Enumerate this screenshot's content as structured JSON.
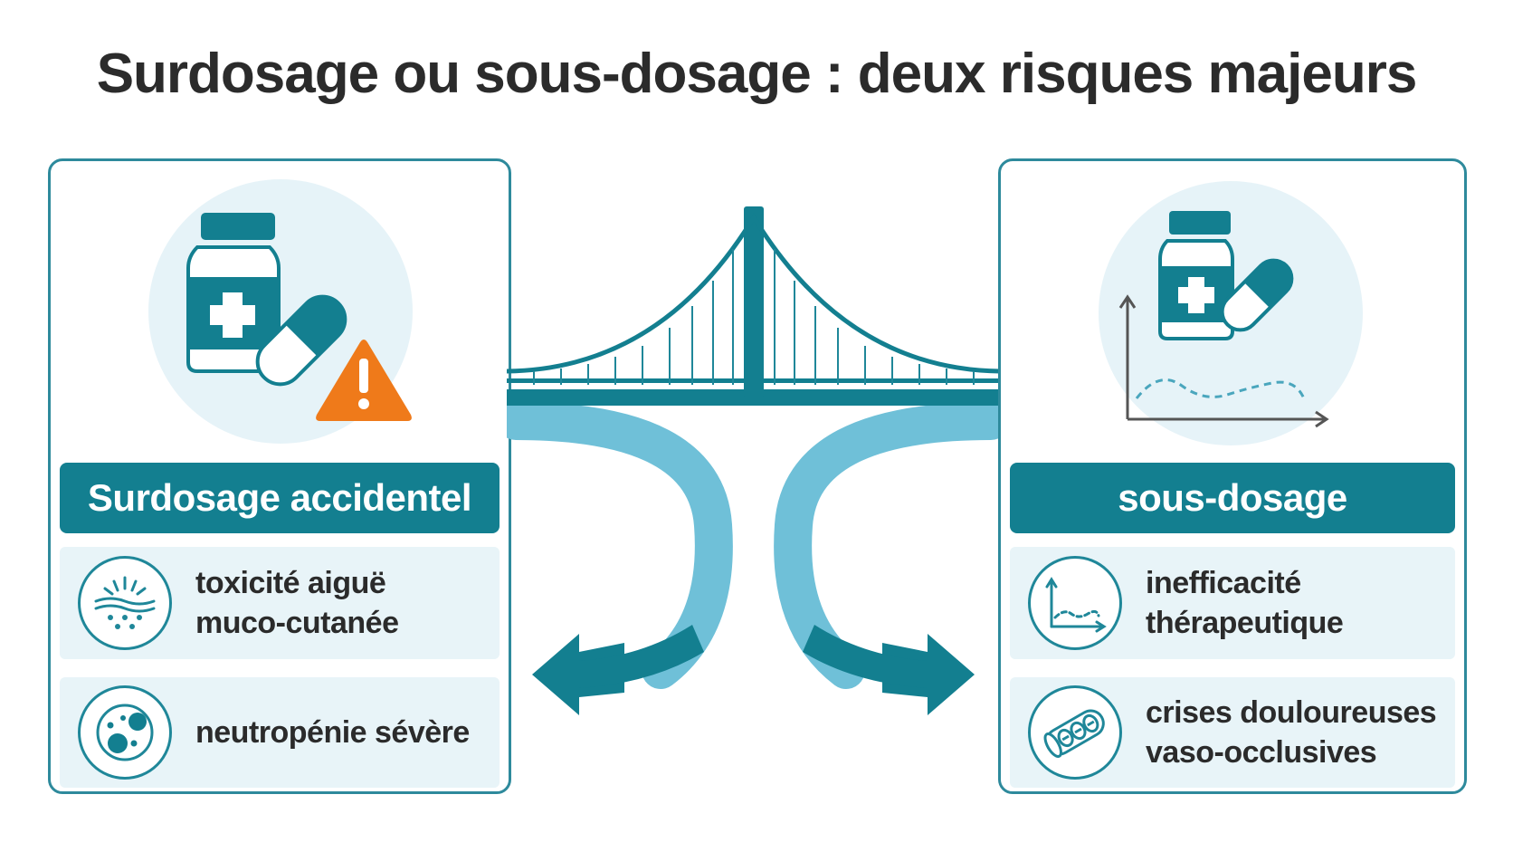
{
  "title": "Surdosage ou sous-dosage : deux risques majeurs",
  "colors": {
    "teal": "#137f90",
    "teal_light": "#e8f4f8",
    "river": "#6fc0d8",
    "warning": "#ef7a1a",
    "text": "#2b2b2b"
  },
  "left_panel": {
    "heading": "Surdosage accidentel",
    "hero_icons": [
      "medicine-bottle-icon",
      "capsule-icon",
      "warning-icon"
    ],
    "items": [
      {
        "icon": "skin-toxicity-icon",
        "lines": [
          "toxicité aiguë",
          "muco-cutanée"
        ]
      },
      {
        "icon": "neutrophil-cell-icon",
        "lines": [
          "neutropénie sévère"
        ]
      }
    ]
  },
  "right_panel": {
    "heading": "sous-dosage",
    "hero_icons": [
      "medicine-bottle-icon",
      "capsule-icon",
      "low-level-chart-icon"
    ],
    "items": [
      {
        "icon": "flat-chart-icon",
        "lines": [
          "inefficacité",
          "thérapeutique"
        ]
      },
      {
        "icon": "blood-vessel-occlusion-icon",
        "lines": [
          "crises douloureuses",
          "vaso-occlusives"
        ]
      }
    ]
  },
  "center": {
    "icons": [
      "bridge-icon",
      "left-arrow-icon",
      "right-arrow-icon"
    ]
  }
}
